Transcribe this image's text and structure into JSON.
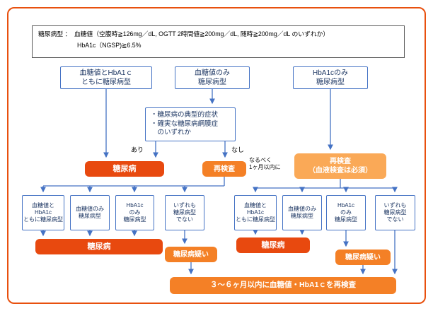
{
  "colors": {
    "frame": "#E8500E",
    "arrow": "#4472C4",
    "box_border": "#4472C4",
    "box_text": "#1F3864",
    "diabetes": "#E8490F",
    "recheck": "#F48026",
    "recheck_required": "#FAA957",
    "suspect": "#F48026",
    "bottom_bar": "#F48026"
  },
  "title_box": {
    "line1": "糖尿病型 ：　血糖値（空腹時≧126mg／dL, OGTT 2時間値≧200mg／dL, 随時≧200mg／dL のいずれか）",
    "line2": "HbA1c（NGSP)≧6.5%"
  },
  "row1": {
    "both": "血糖値とHbA1ｃ\nともに糖尿病型",
    "glucose_only": "血糖値のみ\n糖尿病型",
    "hba1c_only": "HbA1cのみ\n糖尿病型"
  },
  "symptom_box": "・糖尿病の典型的症状\n・確実な糖尿病網膜症\n　のいずれか",
  "labels": {
    "yes": "あり",
    "no": "なし",
    "within_month": "なるべく\n1ヶ月以内に"
  },
  "row2": {
    "diabetes": "糖尿病",
    "recheck": "再検査",
    "recheck_required": "再検査\n（血液検査は必須）"
  },
  "row3": {
    "b1": "血糖値と\nHbA1c\nともに糖尿病型",
    "b2": "血糖値のみ\n糖尿病型",
    "b3": "HbA1c\nのみ\n糖尿病型",
    "b4": "いずれも\n糖尿病型\nでない",
    "b5": "血糖値と\nHbA1c\nともに糖尿病型",
    "b6": "血糖値のみ\n糖尿病型",
    "b7": "HbA1c\nのみ\n糖尿病型",
    "b8": "いずれも\n糖尿病型\nでない"
  },
  "row4": {
    "diabetes_left": "糖尿病",
    "suspect_left": "糖尿病疑い",
    "diabetes_right": "糖尿病",
    "suspect_right": "糖尿病疑い"
  },
  "bottom": "３〜６ヶ月以内に血糖値・HbA1ｃを再検査"
}
